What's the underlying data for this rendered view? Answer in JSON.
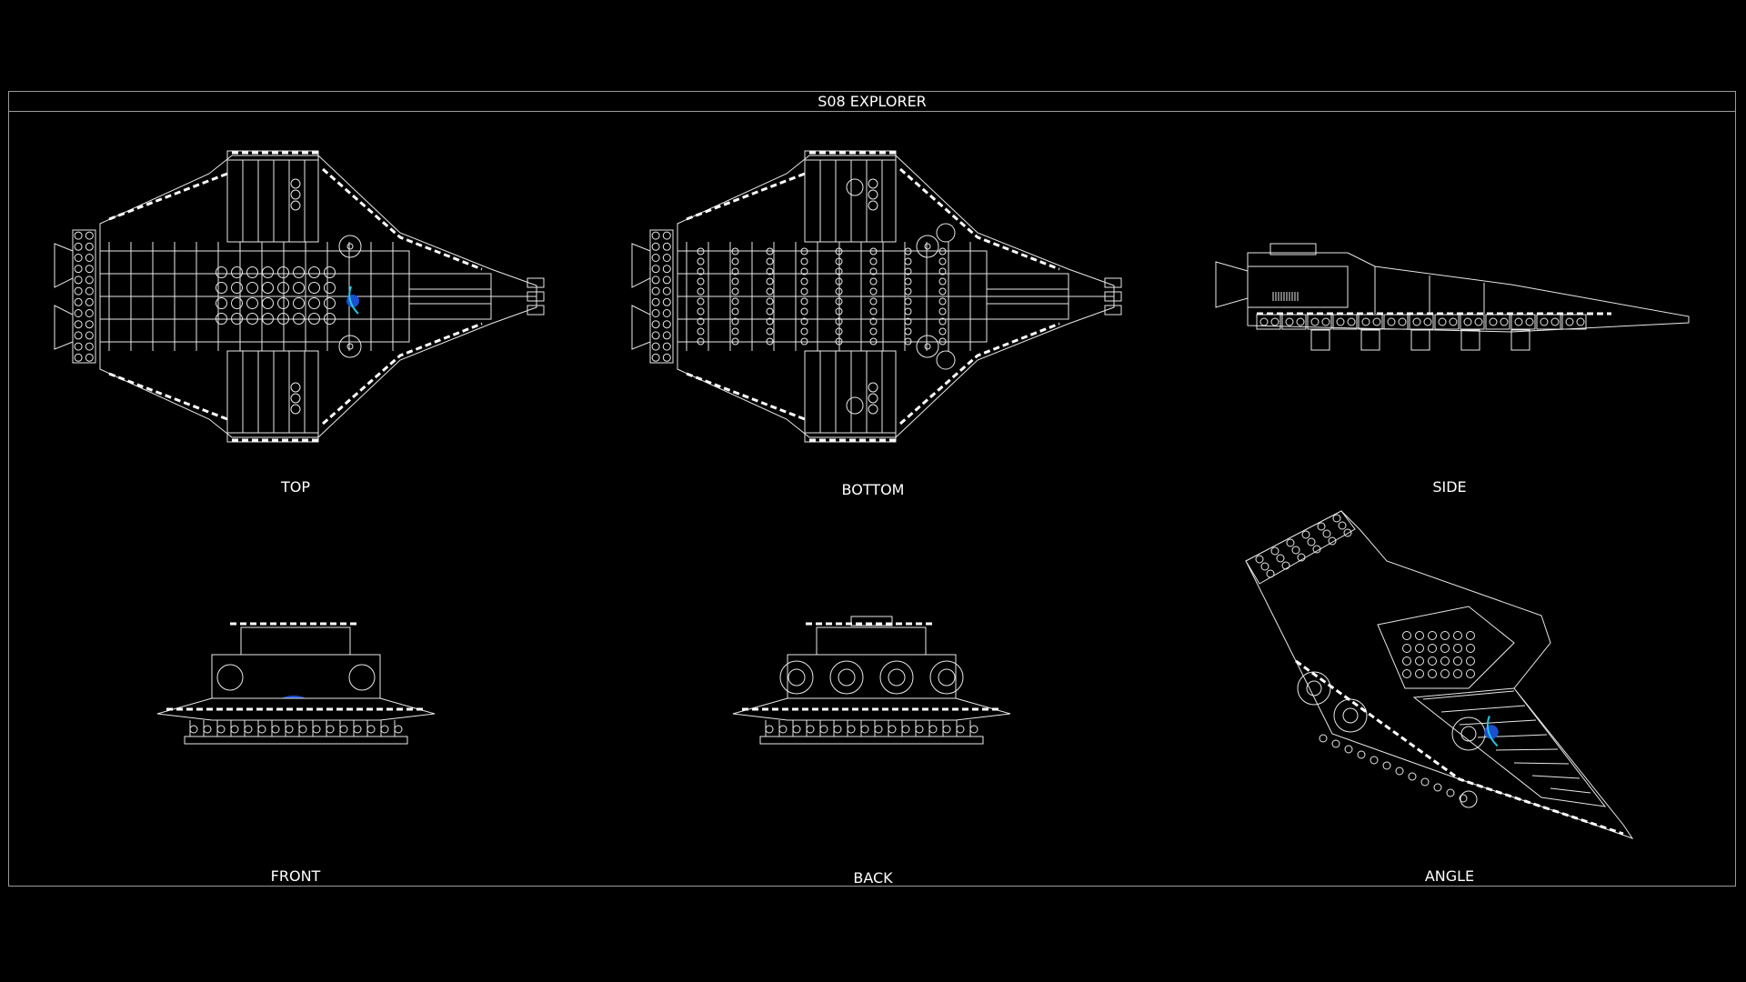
{
  "title": "S08 EXPLORER",
  "views": [
    {
      "id": "top",
      "label": "TOP"
    },
    {
      "id": "bottom",
      "label": "BOTTOM"
    },
    {
      "id": "side",
      "label": "SIDE"
    },
    {
      "id": "front",
      "label": "FRONT"
    },
    {
      "id": "back",
      "label": "BACK"
    },
    {
      "id": "angle",
      "label": "ANGLE"
    }
  ],
  "colors": {
    "background": "#000000",
    "line": "#e8e8e8",
    "frame": "#9a9a9a",
    "logo_planet": "#1a4fd0",
    "logo_ring": "#22c8e0"
  },
  "icons": {
    "logo": "space-planet-logo"
  }
}
